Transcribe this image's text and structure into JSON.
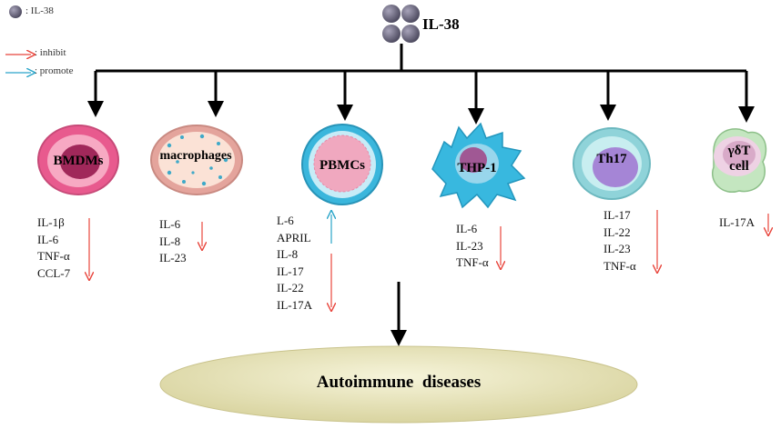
{
  "legend": {
    "il38_key": ": IL-38",
    "inhibit_key": ": inhibit",
    "promote_key": ": promote"
  },
  "top_label": "IL-38",
  "colors": {
    "inhibit": "#e8453c",
    "promote": "#2aa5c9",
    "il38_dot": "#5b5870",
    "ellipse": "#ece8bf"
  },
  "cells": [
    {
      "name": "BMDMs",
      "molecules": [
        "IL-1β",
        "IL-6",
        "TNF-α",
        "CCL-7"
      ]
    },
    {
      "name": "macrophages",
      "molecules": [
        "IL-6",
        "IL-8",
        "IL-23"
      ]
    },
    {
      "name": "PBMCs",
      "molecules_promoted": [
        "L-6",
        "APRIL"
      ],
      "molecules": [
        "IL-8",
        "IL-17",
        "IL-22",
        "IL-17A"
      ]
    },
    {
      "name": "THP-1",
      "molecules": [
        "IL-6",
        "IL-23",
        "TNF-α"
      ]
    },
    {
      "name": "Th17",
      "molecules": [
        "IL-17",
        "IL-22",
        "IL-23",
        "TNF-α"
      ]
    },
    {
      "name_line1": "γδT",
      "name_line2": "cell",
      "molecules": [
        "IL-17A"
      ]
    }
  ],
  "outcome": "Autoimmune  diseases"
}
